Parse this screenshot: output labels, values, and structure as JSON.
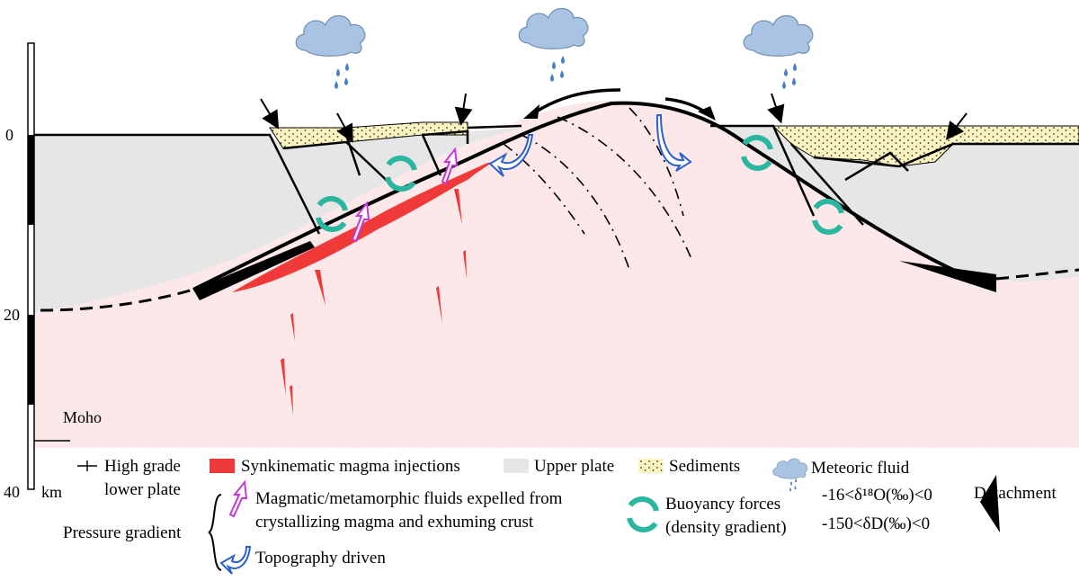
{
  "scale": {
    "ticks": [
      "0",
      "20",
      "40"
    ],
    "unit": "km",
    "moho_label": "Moho"
  },
  "legend": {
    "high_grade_line1": "High grade",
    "high_grade_line2": "lower plate",
    "magma": "Synkinematic magma injections",
    "upper_plate": "Upper plate",
    "sediments": "Sediments",
    "meteoric": "Meteoric fluid",
    "delta_o": "-16<δ¹⁸O(‰)<0",
    "delta_d": "-150<δD(‰)<0",
    "detachment": "Detachment",
    "magmatic_line1": "Magmatic/metamorphic fluids expelled from",
    "magmatic_line2": "crystallizing magma and exhuming crust",
    "buoyancy_line1": "Buoyancy forces",
    "buoyancy_line2": "(density gradient)",
    "pressure_gradient": "Pressure gradient",
    "topography": "Topography driven"
  },
  "colors": {
    "lower_plate": "#fce8e8",
    "upper_plate": "#e6e6e6",
    "sediments": "#fbf4c0",
    "magma": "#f03a3a",
    "cloud": "#a9c3e2",
    "rain": "#4a7fc4",
    "buoyancy": "#2bb6a0",
    "magmatic_arrow": "#c23ad6",
    "topo_arrow": "#2a5fcc"
  }
}
